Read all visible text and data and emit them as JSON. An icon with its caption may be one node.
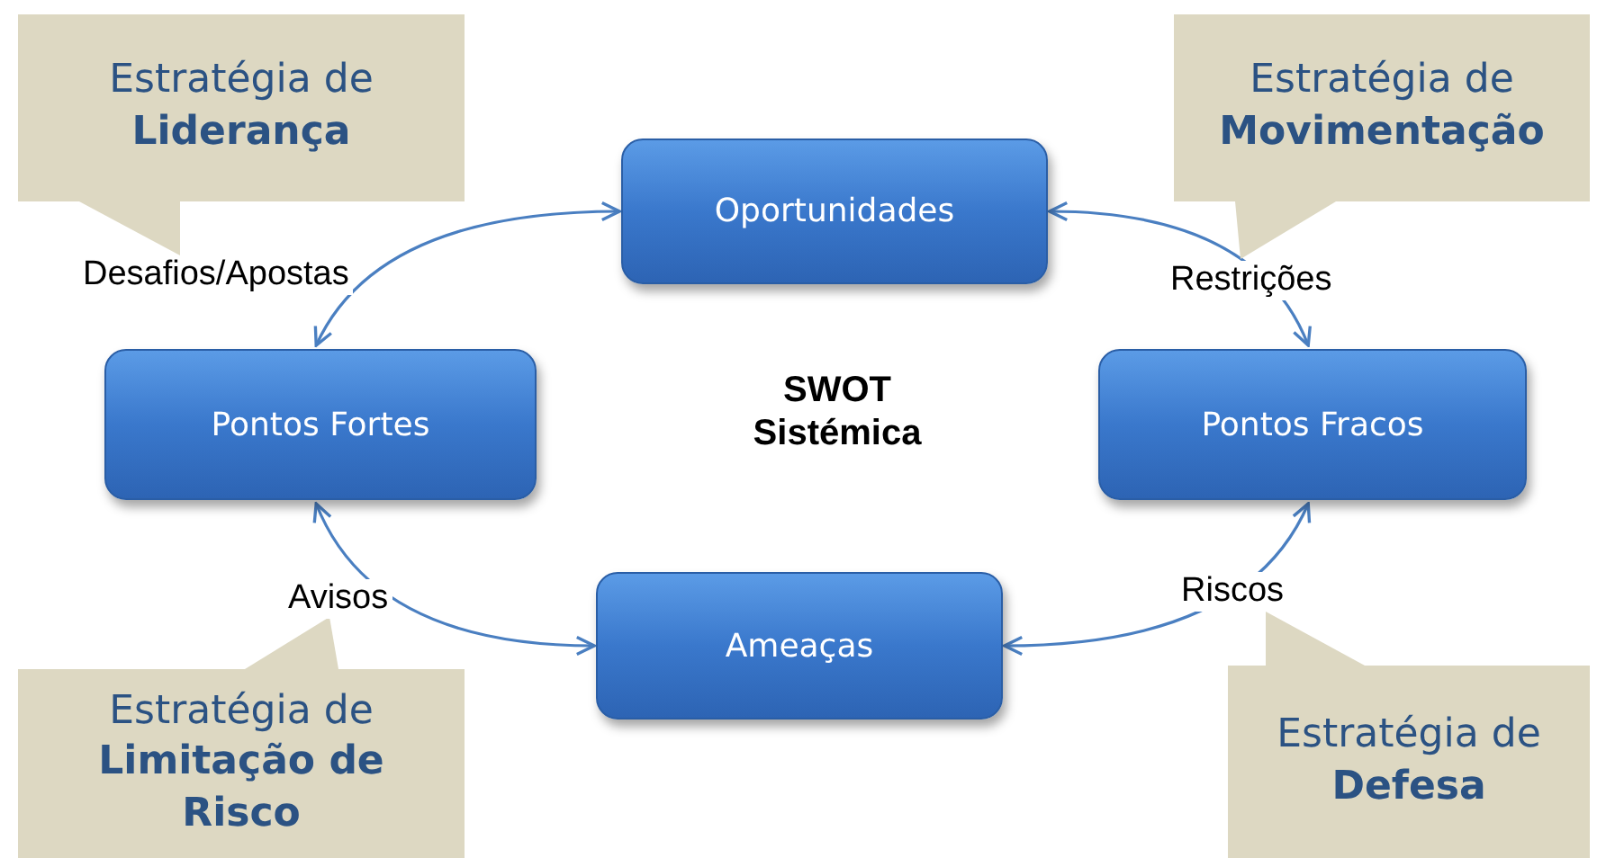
{
  "diagram": {
    "nodes": [
      {
        "text": [
          "Estratégia de **Liderança**"
        ]
      },
      {
        "text": [
          "Estratégia de **Movimentação**"
        ]
      },
      {
        "text": [
          "Oportunidades"
        ]
      },
      {
        "text": [
          "Pontos Fortes"
        ]
      },
      {
        "text": [
          "Pontos Fracos"
        ]
      },
      {
        "text": [
          "Ameaças"
        ]
      },
      {
        "text": [
          "Estratégia de **Limitação de Risco**"
        ]
      },
      {
        "text": [
          "Estratégia de **Defesa**"
        ]
      }
    ],
    "edges": [
      {
        "from": 2,
        "to": 3,
        "arrow": "both",
        "label": "Desafios/Apostas"
      },
      {
        "from": 2,
        "to": 4,
        "arrow": "both",
        "label": "Restrições"
      },
      {
        "from": 3,
        "to": 5,
        "arrow": "both",
        "label": "Avisos"
      },
      {
        "from": 4,
        "to": 5,
        "arrow": "both",
        "label": "Riscos"
      }
    ],
    "labels": [
      "SWOT Sistémica"
    ]
  }
}
